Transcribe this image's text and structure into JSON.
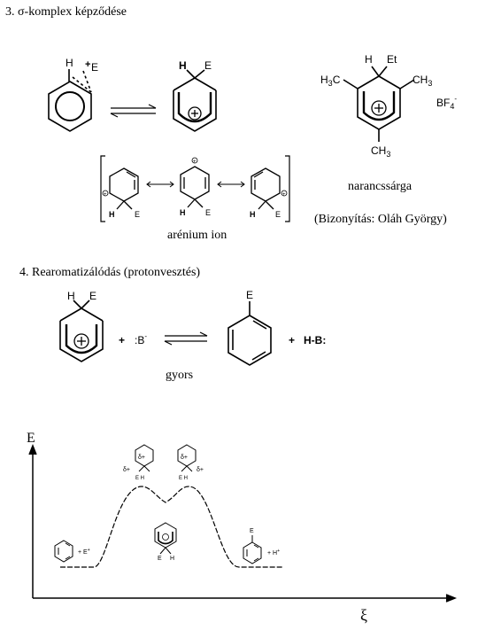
{
  "section3": {
    "title": "3. σ-komplex képződése"
  },
  "mesitylene": {
    "color_name": "narancssárga",
    "proof": "(Bizonyítás: Oláh György)"
  },
  "arenium": {
    "label": "arénium ion"
  },
  "section4": {
    "title": "4. Rearomatizálódás (protonvesztés)",
    "speed": "gyors"
  },
  "energy": {
    "y_axis": "E",
    "x_axis": "ξ"
  }
}
